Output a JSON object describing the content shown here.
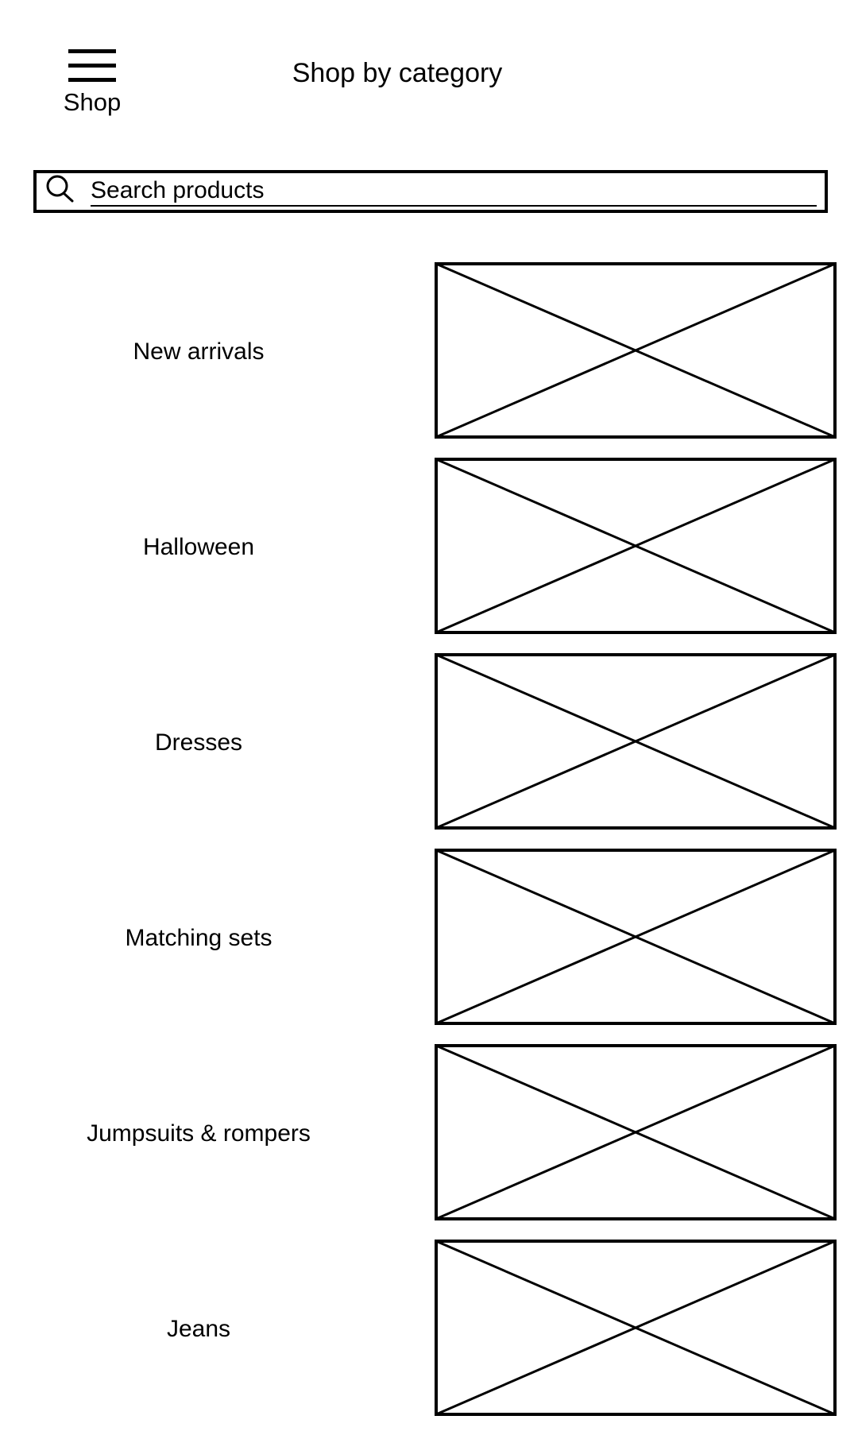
{
  "header": {
    "menu_label": "Shop",
    "title": "Shop by category",
    "menu_icon": "hamburger-icon"
  },
  "search": {
    "placeholder": "Search products",
    "icon": "search-icon"
  },
  "categories": [
    {
      "label": "New arrivals",
      "image": "image-placeholder"
    },
    {
      "label": "Halloween",
      "image": "image-placeholder"
    },
    {
      "label": "Dresses",
      "image": "image-placeholder"
    },
    {
      "label": "Matching sets",
      "image": "image-placeholder"
    },
    {
      "label": "Jumpsuits & rompers",
      "image": "image-placeholder"
    },
    {
      "label": "Jeans",
      "image": "image-placeholder"
    }
  ],
  "colors": {
    "background": "#ffffff",
    "foreground": "#000000"
  }
}
